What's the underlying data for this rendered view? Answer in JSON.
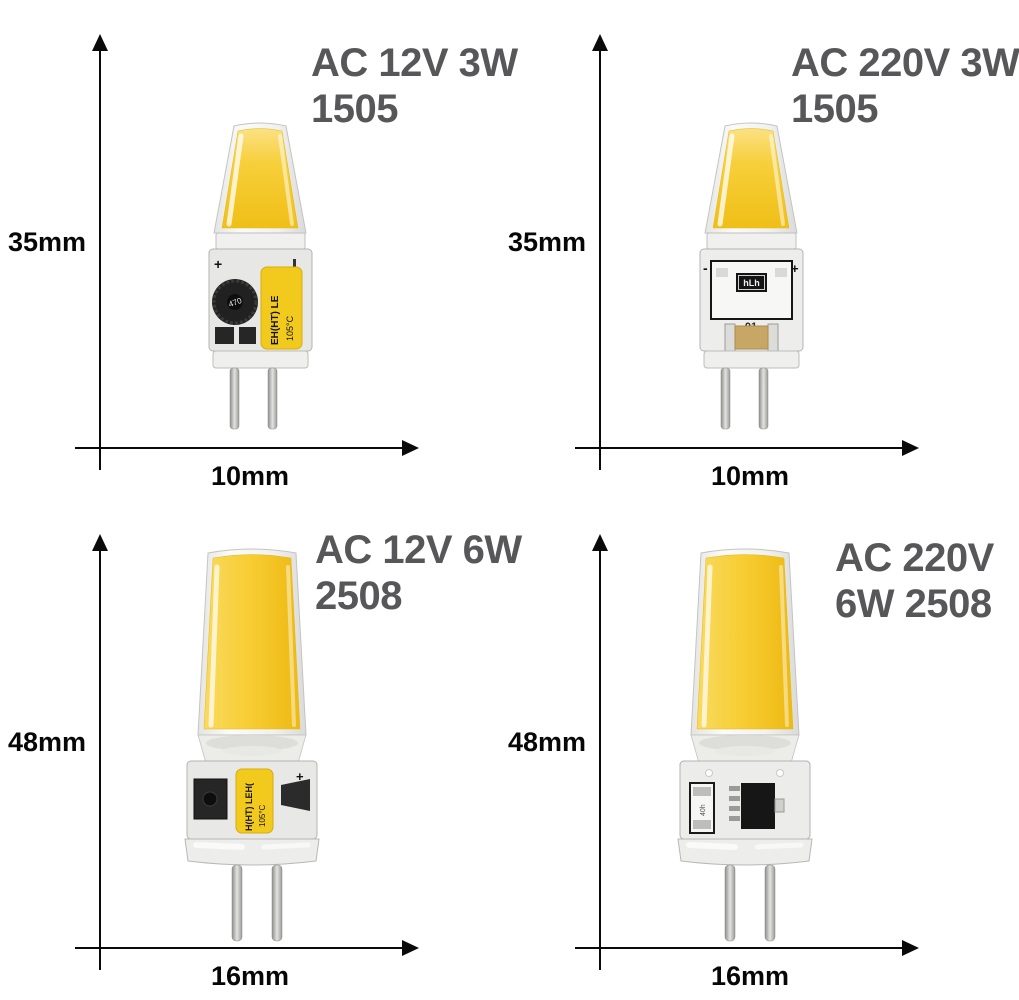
{
  "page": {
    "background": "#ffffff"
  },
  "colors": {
    "title_text": "#57575a",
    "dimension_text": "#070707",
    "arrow": "#0a0a0a",
    "emitter_yellow": "#f6c92b",
    "capacitor_yellow": "#f2ca1e",
    "mlcc_tan": "#c8a766"
  },
  "panels": [
    {
      "position": "top-left",
      "title_line1": "AC 12V 3W",
      "title_line2": "1505",
      "height_label": "35mm",
      "width_label": "10mm",
      "bulb": {
        "model": "1505",
        "voltage": "12V",
        "markings": {
          "plus": "+",
          "inductor": "470",
          "capacitor_text": "EH(HT) LE",
          "capacitor_temp": "105°C"
        }
      }
    },
    {
      "position": "top-right",
      "title_line1": "AC 220V 3W",
      "title_line2": "1505",
      "height_label": "35mm",
      "width_label": "10mm",
      "bulb": {
        "model": "1505",
        "voltage": "220V",
        "markings": {
          "minus": "-",
          "plus": "+",
          "chip": "hLh",
          "code": "01"
        }
      }
    },
    {
      "position": "bottom-left",
      "title_line1": "AC 12V 6W",
      "title_line2": "2508",
      "height_label": "48mm",
      "width_label": "16mm",
      "bulb": {
        "model": "2508",
        "voltage": "12V",
        "markings": {
          "plus": "+",
          "capacitor_text": "H(HT) LEH(",
          "capacitor_temp": "105°C"
        }
      }
    },
    {
      "position": "bottom-right",
      "title_line1": "AC 220V",
      "title_line2": "6W 2508",
      "height_label": "48mm",
      "width_label": "16mm",
      "bulb": {
        "model": "2508",
        "voltage": "220V",
        "markings": {
          "resistor": "40h"
        }
      }
    }
  ]
}
